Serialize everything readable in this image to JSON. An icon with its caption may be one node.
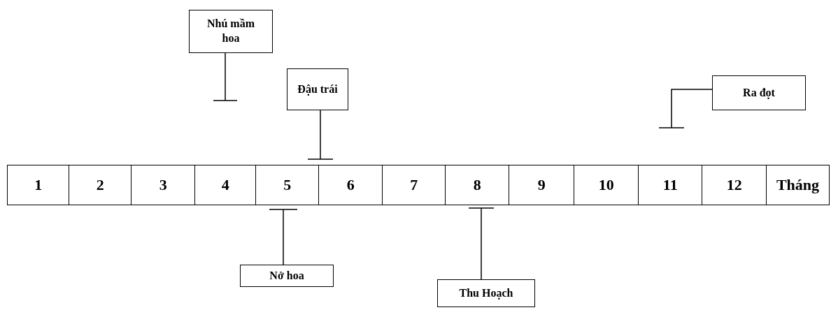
{
  "diagram": {
    "nodes": [
      {
        "text": [
          "1"
        ]
      },
      {
        "text": [
          "2"
        ]
      },
      {
        "text": [
          "3"
        ]
      },
      {
        "text": [
          "4"
        ]
      },
      {
        "text": [
          "5"
        ]
      },
      {
        "text": [
          "6"
        ]
      },
      {
        "text": [
          "7"
        ]
      },
      {
        "text": [
          "8"
        ]
      },
      {
        "text": [
          "9"
        ]
      },
      {
        "text": [
          "10"
        ]
      },
      {
        "text": [
          "11"
        ]
      },
      {
        "text": [
          "12"
        ]
      },
      {
        "text": [
          "Tháng"
        ]
      },
      {
        "text": [
          "Nhú mầm hoa"
        ]
      },
      {
        "text": [
          "Đậu trái"
        ]
      },
      {
        "text": [
          "Ra đọt"
        ]
      },
      {
        "text": [
          "Nở hoa"
        ]
      },
      {
        "text": [
          "Thu Hoạch"
        ]
      }
    ],
    "edges": [
      {
        "from": 13,
        "to": null,
        "arrow": "other"
      },
      {
        "from": 14,
        "to": 4,
        "arrow": "other"
      },
      {
        "from": 15,
        "to": null,
        "arrow": "other"
      },
      {
        "from": 16,
        "to": 4,
        "arrow": "other"
      },
      {
        "from": 17,
        "to": 7,
        "arrow": "other"
      }
    ]
  }
}
